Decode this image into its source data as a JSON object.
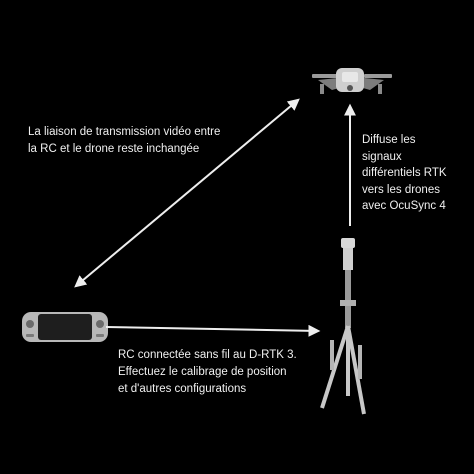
{
  "labels": {
    "link": [
      "La liaison de transmission vidéo entre",
      "la RC et le drone reste inchangée"
    ],
    "rtk": [
      "Diffuse les",
      "signaux",
      "différentiels RTK",
      "vers les drones",
      "avec OcuSync 4"
    ],
    "rc": [
      "RC connectée sans fil au D-RTK 3.",
      "Effectuez le calibrage de position",
      "et d'autres configurations"
    ]
  },
  "colors": {
    "background": "#000000",
    "text": "#f0f0f0",
    "arrow": "#eeeeee",
    "device": "#cfcfcf"
  },
  "icons": {
    "drone": "drone-icon",
    "remote": "remote-controller-icon",
    "base": "rtk-base-station-icon"
  }
}
